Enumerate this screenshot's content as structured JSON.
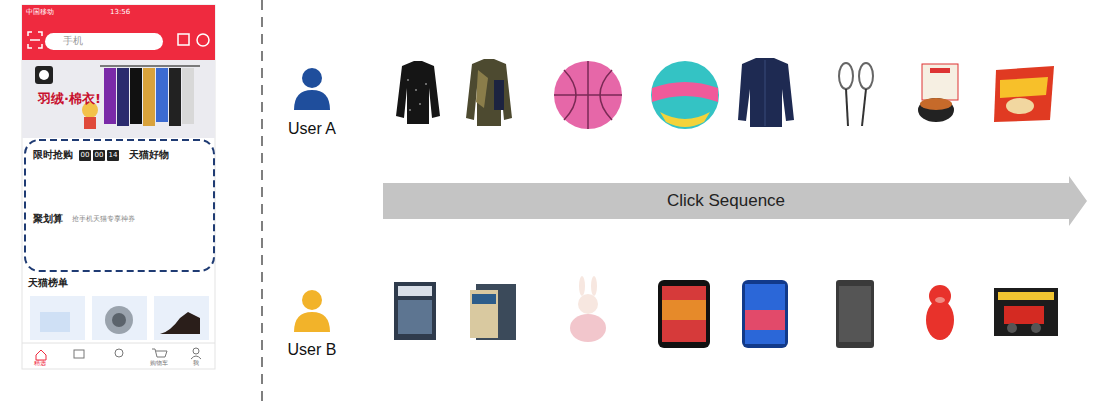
{
  "diagram": {
    "nodes": [
      {
        "text": [
          "手机"
        ]
      },
      {
        "text": [
          "限时抢购"
        ]
      },
      {
        "text": [
          "00"
        ],
        "in": 1
      },
      {
        "text": [
          "00"
        ],
        "in": 1
      },
      {
        "text": [
          "14"
        ],
        "in": 1
      },
      {
        "text": [
          "天猫好物"
        ]
      },
      {
        "text": [
          "聚划算",
          "抢手机天猫专享神券"
        ]
      },
      {
        "text": [
          "Click Sequence"
        ]
      }
    ],
    "labels": [
      "中国移动",
      "13:56",
      "羽绒·棉衣!",
      "天猫榜单",
      "精选",
      "购物车",
      "我",
      "User A",
      "User B"
    ]
  }
}
